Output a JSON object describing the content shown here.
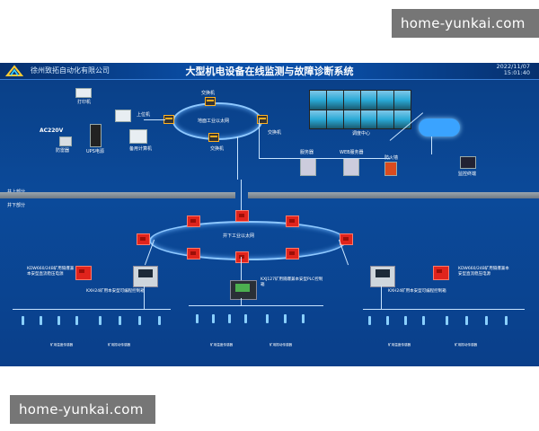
{
  "watermark": {
    "text": "home-yunkai.com"
  },
  "header": {
    "company": "徐州致拓自动化有限公司",
    "title": "大型机电设备在线监测与故障诊断系统",
    "date": "2022/11/07",
    "time": "15:01:40"
  },
  "labels": {
    "ground_section": "井上部分",
    "under_section": "井下部分",
    "printer": "打印机",
    "host_pc": "上位机",
    "lightning": "防雷器",
    "ups": "UPS电源",
    "ac": "AC220V",
    "standby_pc": "备用计算机",
    "ground_network": "地面工业以太网",
    "switch1": "交换机",
    "switch2": "交换机",
    "switch3": "交换机",
    "video_wall": "调度中心",
    "server": "服务器",
    "web_server": "WEB服务器",
    "firewall": "防火墙",
    "monitor_pc": "监控终端",
    "under_network": "井下工业以太网",
    "kdw_left": "KDW660/24B矿用隔爆兼本安型直流稳压电源",
    "kdw_right": "KDW660/24B矿用隔爆兼本安型直流稳压电源",
    "kxh_left": "KXH24矿用本安型可编程控制箱",
    "kxh_right": "KXH24矿用本安型可编程控制箱",
    "kxj_center": "KXJ127矿用隔爆兼本安型PLC控制箱",
    "sensor_left_a": "矿用温度传感器",
    "sensor_left_b": "矿用振动传感器",
    "sensor_mid_a": "矿用温度传感器",
    "sensor_mid_b": "矿用振动传感器",
    "sensor_right_a": "矿用温度传感器",
    "sensor_right_b": "矿用振动传感器"
  },
  "colors": {
    "panel_bg": "#0b4a9a",
    "relay": "#e0241c",
    "wire": "#c8e4ff"
  }
}
